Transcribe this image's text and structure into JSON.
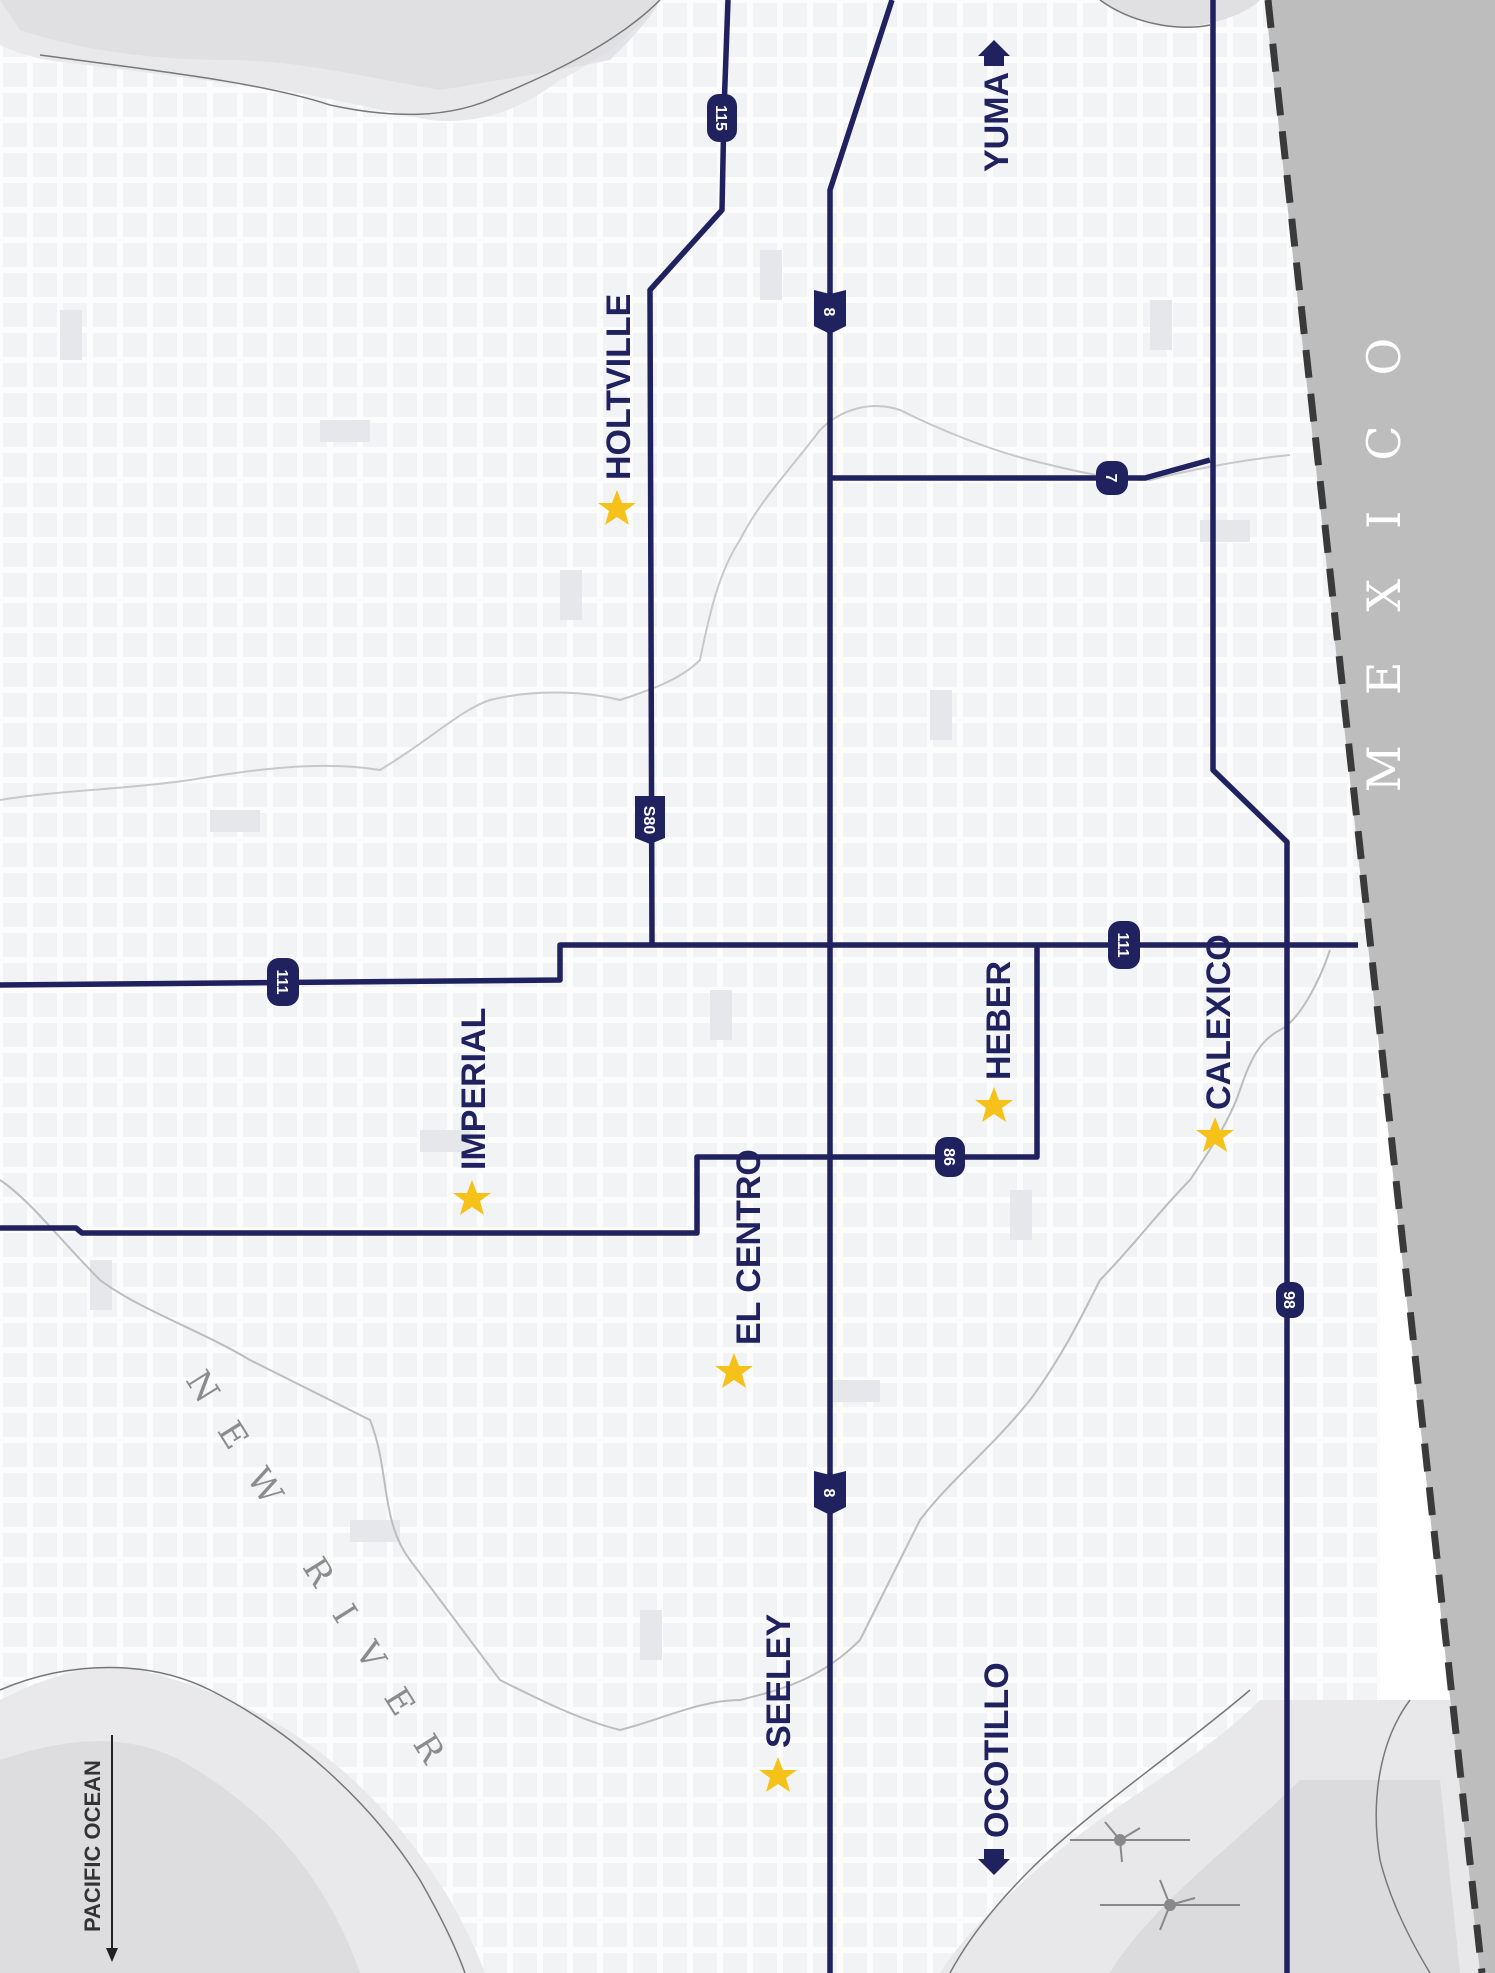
{
  "cities": [
    {
      "id": "holtville",
      "name": "HOLTVILLE"
    },
    {
      "id": "imperial",
      "name": "IMPERIAL"
    },
    {
      "id": "el-centro",
      "name": "EL CENTRO"
    },
    {
      "id": "heber",
      "name": "HEBER"
    },
    {
      "id": "calexico",
      "name": "CALEXICO"
    },
    {
      "id": "seeley",
      "name": "SEELEY"
    }
  ],
  "directions": {
    "yuma": "YUMA",
    "ocotillo": "OCOTILLO",
    "pacific_ocean": "PACIFIC OCEAN"
  },
  "country_label": "MEXICO",
  "river_label": "NEW RIVER",
  "route_shields": {
    "r115": "115",
    "r8_north": "8",
    "r8_south": "8",
    "r7": "7",
    "rs80": "S80",
    "r111_east": "111",
    "r111_west": "111",
    "r86": "86",
    "r98": "98"
  },
  "colors": {
    "road": "#20215f",
    "star": "#f6c21a",
    "mexico": "#bdbdbd",
    "border_dash": "#3a3a3a",
    "block": "#f3f4f6"
  }
}
